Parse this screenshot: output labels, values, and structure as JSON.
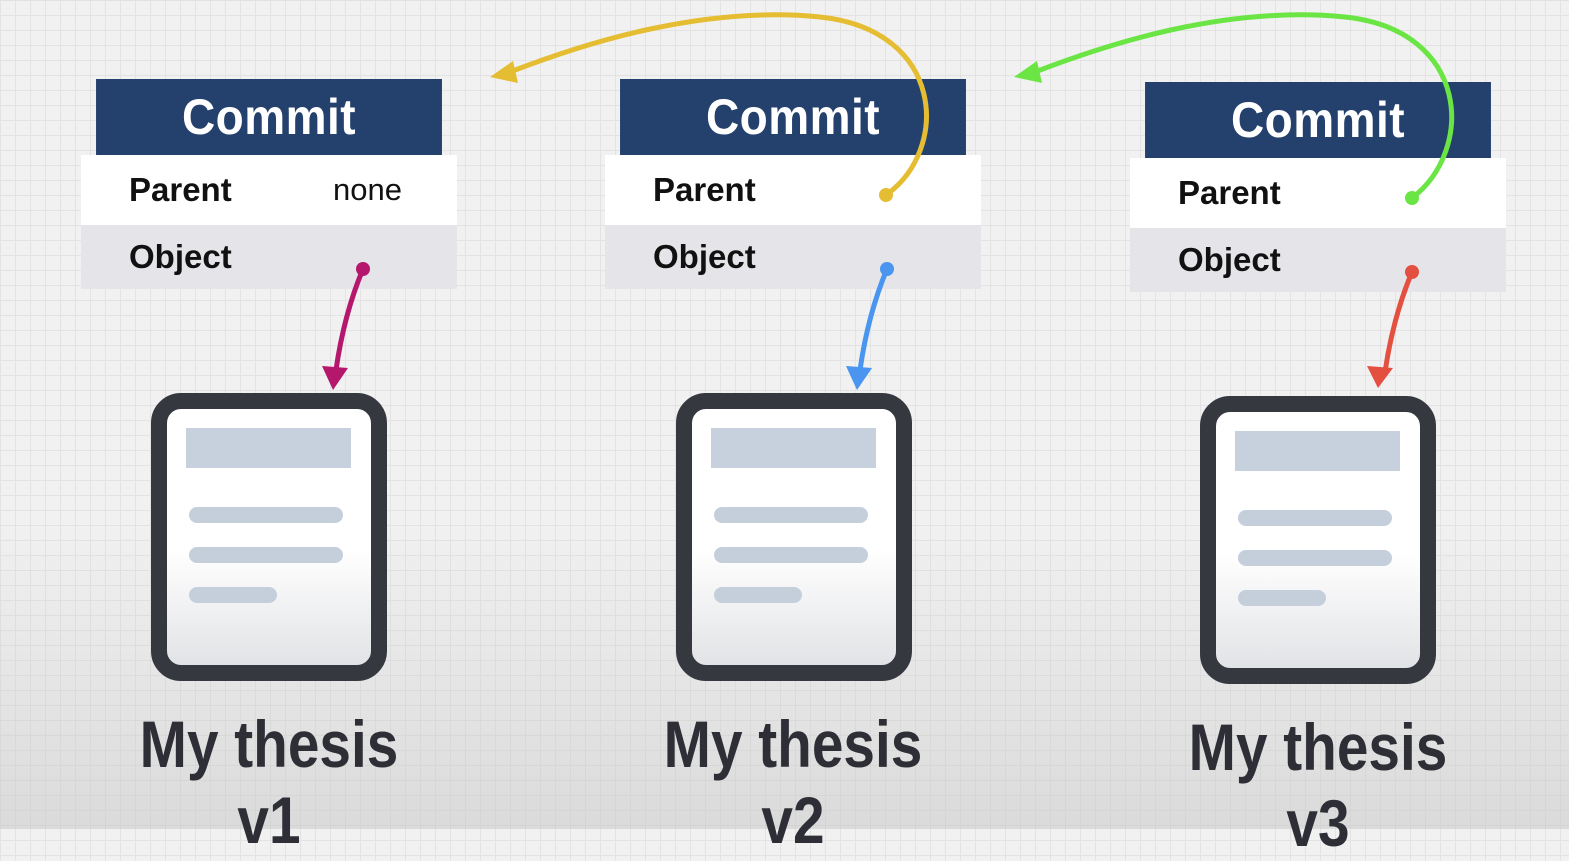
{
  "commits": [
    {
      "header": "Commit",
      "parent_label": "Parent",
      "parent_value": "none",
      "object_label": "Object",
      "document_caption": "My thesis v1",
      "object_arrow_color": "#b5176d"
    },
    {
      "header": "Commit",
      "parent_label": "Parent",
      "parent_value": "",
      "object_label": "Object",
      "document_caption": "My thesis v2",
      "parent_arrow_color": "#e5bd32",
      "object_arrow_color": "#4a95ef"
    },
    {
      "header": "Commit",
      "parent_label": "Parent",
      "parent_value": "",
      "object_label": "Object",
      "document_caption": "My thesis v3",
      "parent_arrow_color": "#6be544",
      "object_arrow_color": "#e4503f"
    }
  ],
  "colors": {
    "header_bg": "#24416d",
    "object_row_bg": "#e5e5e9",
    "doc_frame": "#363840"
  }
}
